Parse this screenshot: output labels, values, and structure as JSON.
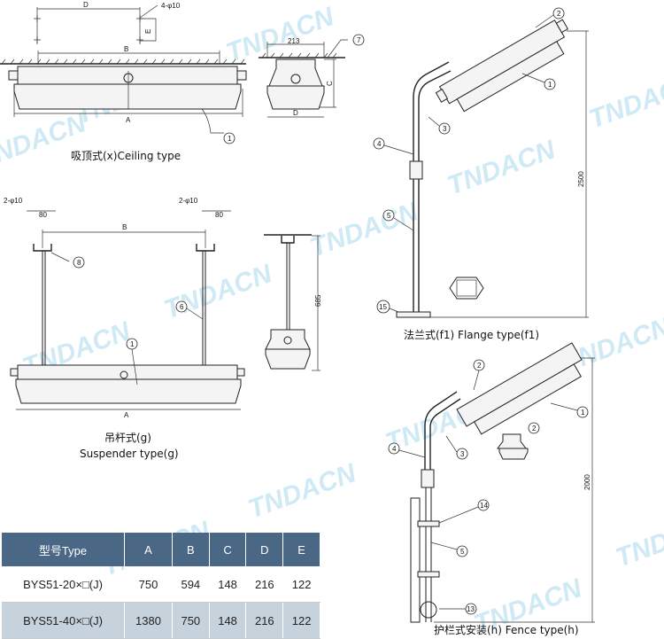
{
  "watermark": "TNDACN",
  "ceiling": {
    "caption": "吸顶式(x)Ceiling type",
    "d": "D",
    "holes": "4-φ10",
    "e": "E",
    "b": "B",
    "a": "A",
    "w213": "213",
    "c": "C",
    "d2": "D",
    "n1": "1",
    "n7": "7"
  },
  "suspender": {
    "caption1": "吊杆式(g)",
    "caption2": "Suspender type(g)",
    "holes_left": "2-φ10",
    "w80_left": "80",
    "holes_right": "2-φ10",
    "w80_right": "80",
    "b": "B",
    "a": "A",
    "h685": "685",
    "n8": "8",
    "n6": "6",
    "n1": "1"
  },
  "flange": {
    "caption": "法兰式(f1) Flange type(f1)",
    "h2500": "2500",
    "n2": "2",
    "n1": "1",
    "n3": "3",
    "n4": "4",
    "n5": "5",
    "n15": "15"
  },
  "fence": {
    "caption": "护栏式安装(h) Fence type(h)",
    "h2000": "2000",
    "n2a": "2",
    "n1": "1",
    "n2b": "2",
    "n3": "3",
    "n4": "4",
    "n14": "14",
    "n5": "5",
    "n13": "13"
  },
  "table": {
    "headers": [
      "型号Type",
      "A",
      "B",
      "C",
      "D",
      "E"
    ],
    "rows": [
      [
        "BYS51-20×□(J)",
        "750",
        "594",
        "148",
        "216",
        "122"
      ],
      [
        "BYS51-40×□(J)",
        "1380",
        "750",
        "148",
        "216",
        "122"
      ]
    ]
  }
}
